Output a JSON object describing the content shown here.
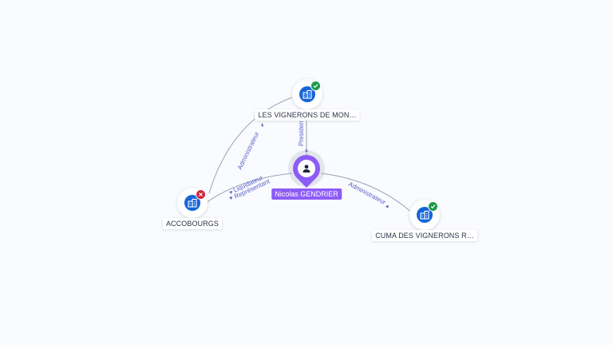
{
  "graph": {
    "center_person": {
      "name": "Nicolas GENDRIER",
      "icon": "person-icon"
    },
    "companies": [
      {
        "id": "vignerons_mon",
        "label": "LES VIGNERONS DE MON…",
        "status": "active",
        "icon": "building-icon"
      },
      {
        "id": "accobourgs",
        "label": "ACCOBOURGS",
        "status": "closed",
        "icon": "building-icon"
      },
      {
        "id": "cuma",
        "label": "CUMA DES VIGNERONS R…",
        "status": "active",
        "icon": "building-icon"
      }
    ],
    "relations": [
      {
        "from": "Nicolas GENDRIER",
        "to": "LES VIGNERONS DE MON…",
        "label": "President"
      },
      {
        "from": "Nicolas GENDRIER",
        "to": "ACCOBOURGS",
        "label": "Liquidateur"
      },
      {
        "from": "Nicolas GENDRIER",
        "to": "ACCOBOURGS",
        "label": "Représentant"
      },
      {
        "from": "Nicolas GENDRIER",
        "to": "CUMA DES VIGNERONS R…",
        "label": "Administrateur"
      },
      {
        "from": "ACCOBOURGS",
        "to": "LES VIGNERONS DE MON…",
        "label": "Administrateur"
      }
    ]
  },
  "colors": {
    "person_accent": "#8d5cf6",
    "company_icon": "#1565d8",
    "status_active": "#1e9a4a",
    "status_closed": "#d2263d",
    "edge_label": "#5b62c9"
  }
}
